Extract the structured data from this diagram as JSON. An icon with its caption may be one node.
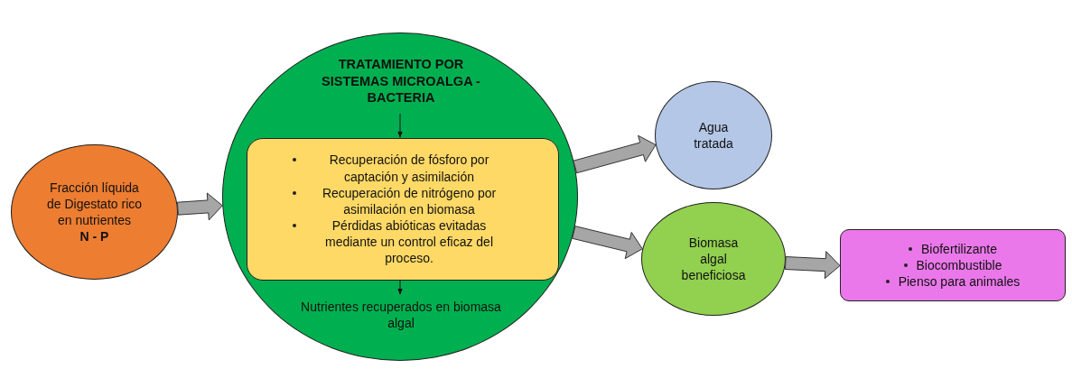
{
  "diagram": {
    "nodes": [
      {
        "text": [
          "Fracción líquida de Digestato rico en nutrientes",
          "N - P"
        ]
      },
      {
        "text": [],
        "shape": "circle"
      },
      {
        "text": [
          "TRATAMIENTO POR SISTEMAS MICROALGA - BACTERIA"
        ],
        "in": 1
      },
      {
        "text": [
          "Recuperación de fósforo por captación y asimilación",
          "Recuperación de nitrógeno por asimilación en biomasa",
          "Pérdidas abióticas evitadas mediante un control eficaz del proceso."
        ],
        "in": 1
      },
      {
        "text": [
          "Nutrientes recuperados en biomasa algal"
        ],
        "in": 1
      },
      {
        "text": [
          "Agua tratada"
        ]
      },
      {
        "text": [
          "Biomasa algal beneficiosa"
        ]
      },
      {
        "text": [
          "Biofertilizante",
          "Biocombustible",
          "Pienso para animales"
        ]
      }
    ],
    "edges": [
      {
        "from": 0,
        "to": 1,
        "arrow": "to",
        "style": "thick"
      },
      {
        "from": 2,
        "to": 3,
        "arrow": "to"
      },
      {
        "from": 3,
        "to": 4,
        "arrow": "to"
      },
      {
        "from": 1,
        "to": 5,
        "arrow": "to",
        "style": "thick"
      },
      {
        "from": 1,
        "to": 6,
        "arrow": "to",
        "style": "thick"
      },
      {
        "from": 6,
        "to": 7,
        "arrow": "to",
        "style": "thick"
      }
    ]
  }
}
